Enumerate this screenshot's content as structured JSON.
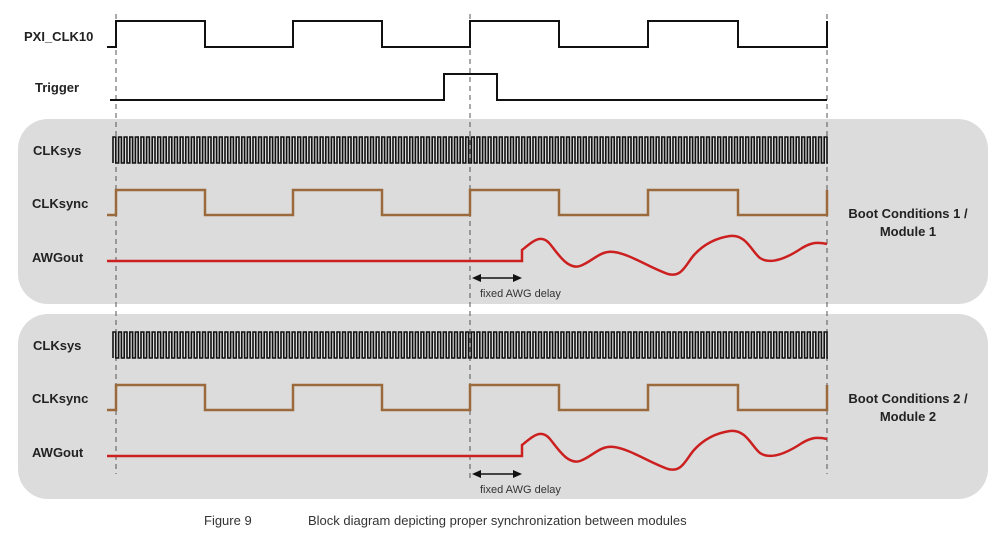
{
  "signals": {
    "pxi_clk10": "PXI_CLK10",
    "trigger": "Trigger"
  },
  "panels": [
    {
      "labels": {
        "clksys": "CLKsys",
        "clksync": "CLKsync",
        "awgout": "AWGout"
      },
      "title_line1": "Boot Conditions 1 /",
      "title_line2": "Module 1",
      "delay_label": "fixed AWG delay"
    },
    {
      "labels": {
        "clksys": "CLKsys",
        "clksync": "CLKsync",
        "awgout": "AWGout"
      },
      "title_line1": "Boot Conditions 2 /",
      "title_line2": "Module 2",
      "delay_label": "fixed AWG delay"
    }
  ],
  "caption": {
    "figure_number": "Figure 9",
    "text": "Block diagram depicting proper synchronization between modules"
  },
  "colors": {
    "panel_fill": "#dcdcdc",
    "clock_line": "#111111",
    "clksync_line": "#9a6a3c",
    "awg_line": "#cc2020",
    "guide_line": "#555555"
  }
}
